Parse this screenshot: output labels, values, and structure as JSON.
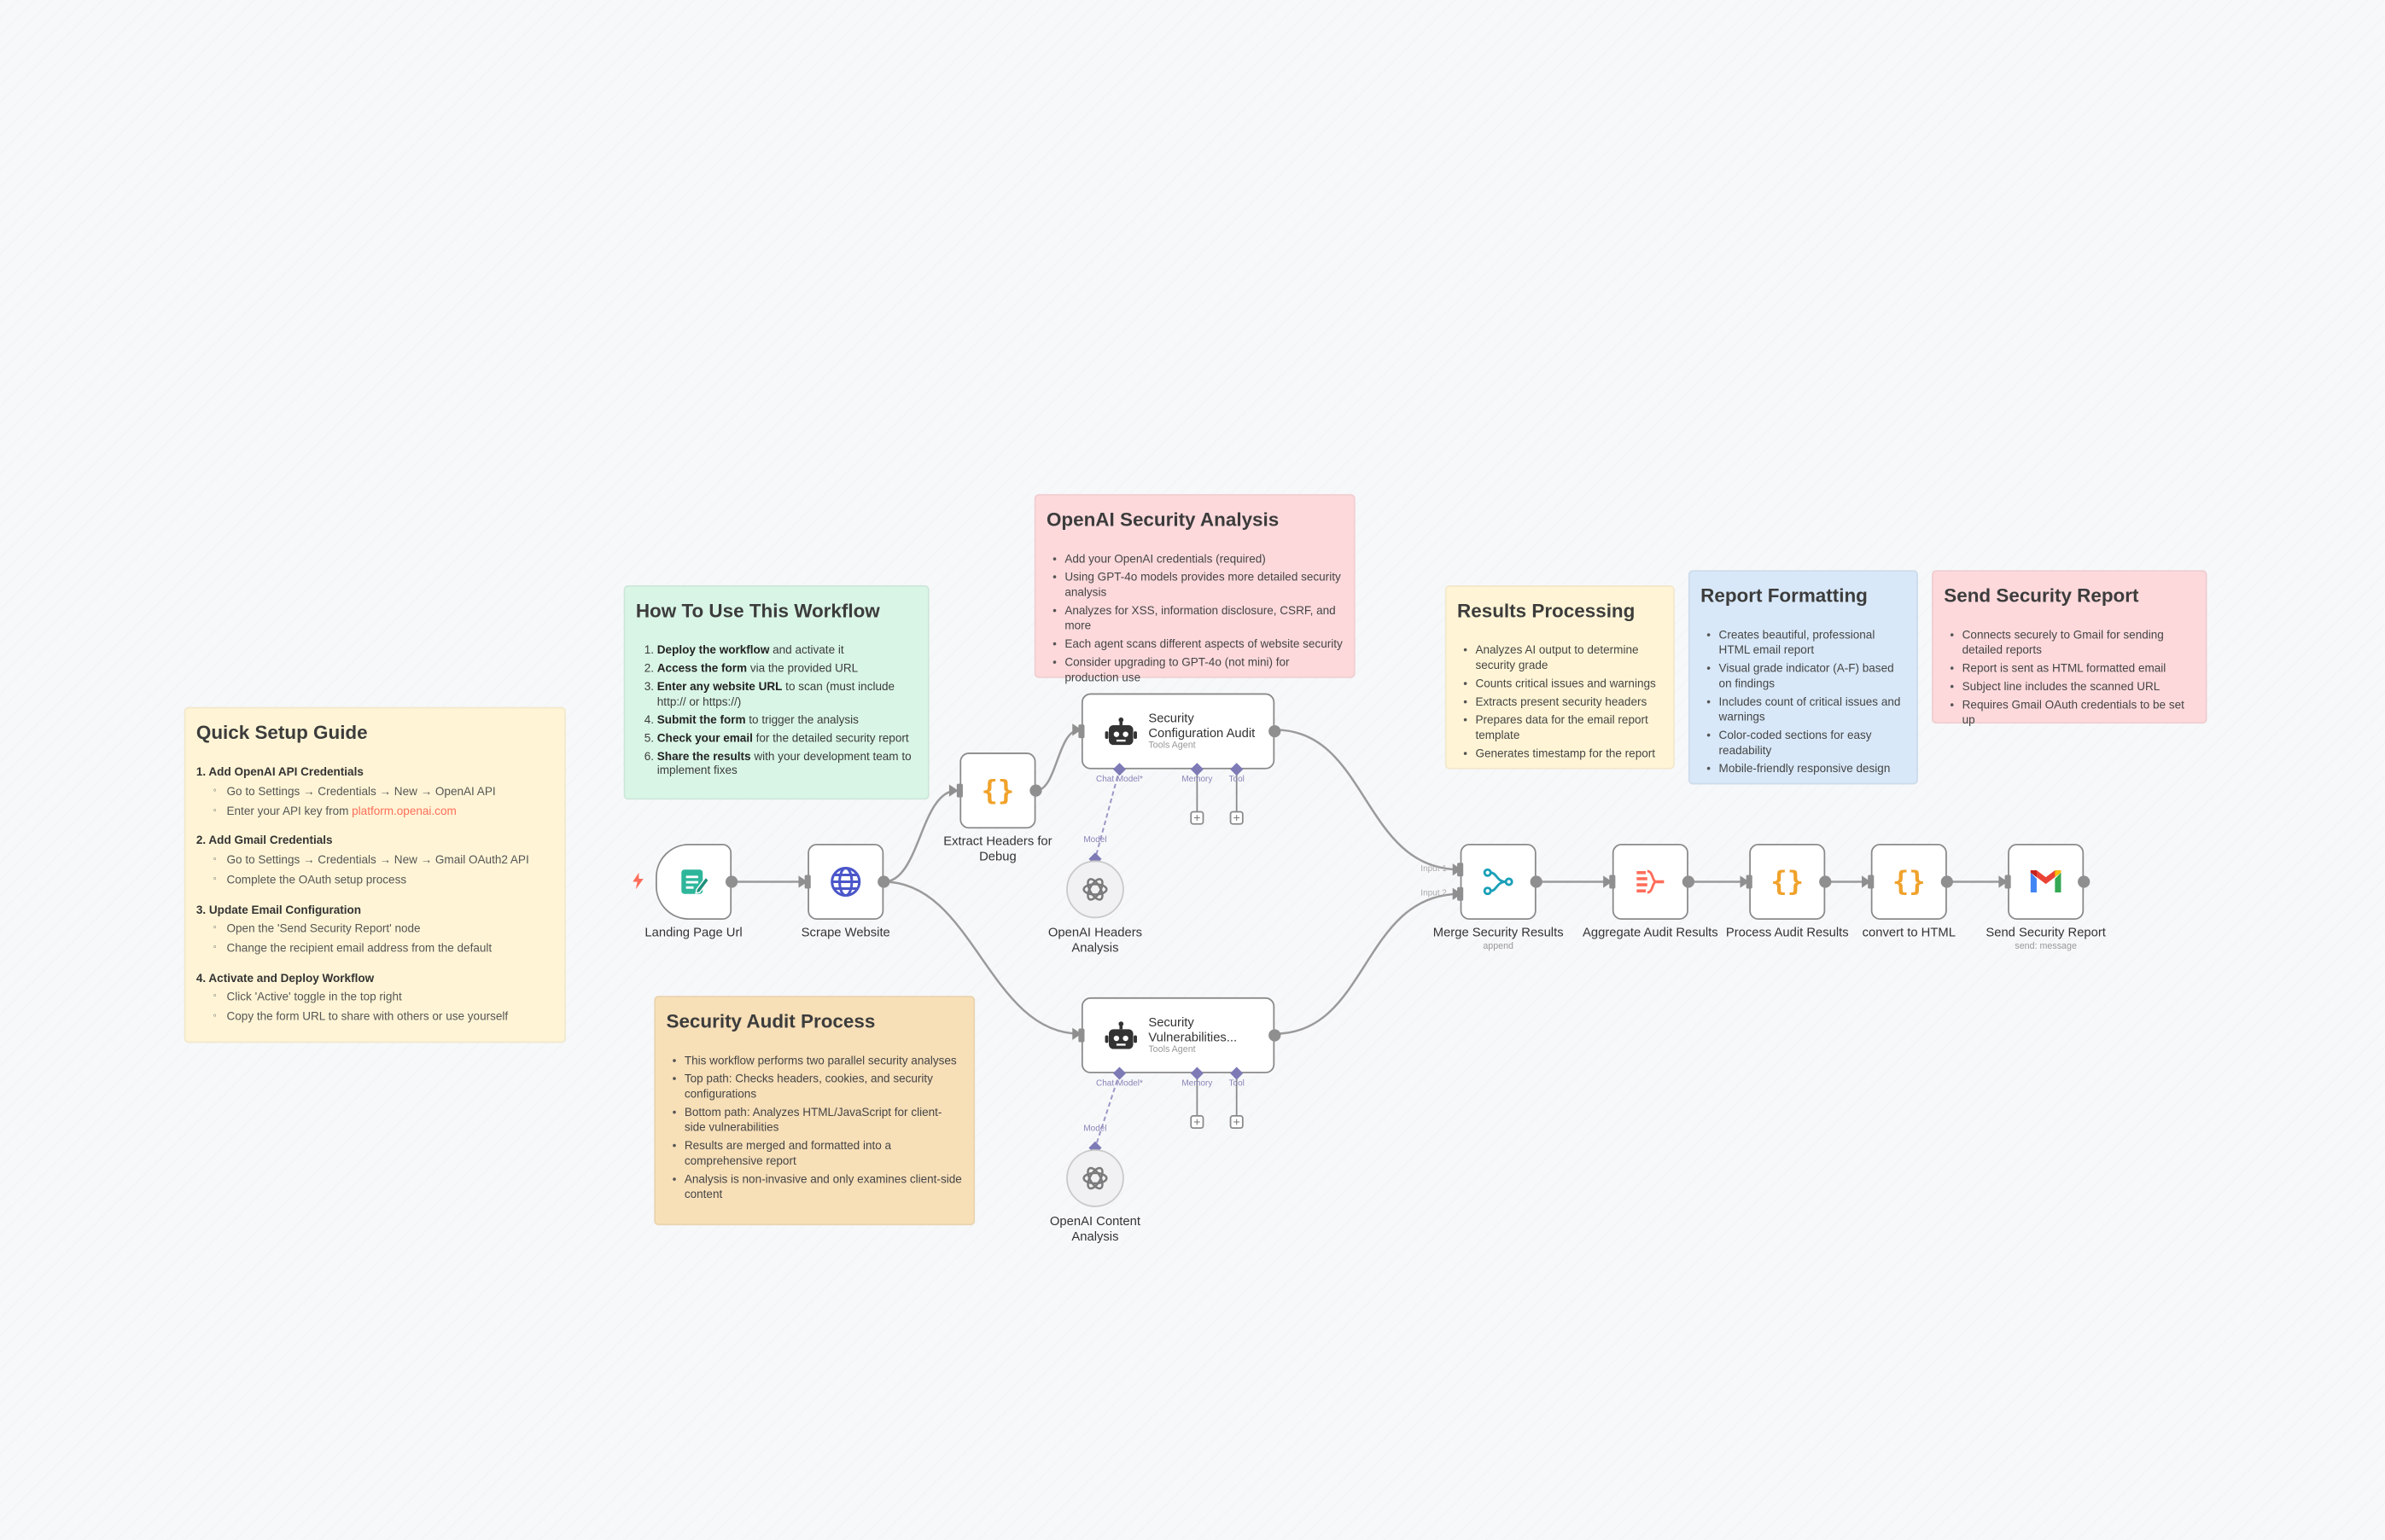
{
  "notes": {
    "quick_setup": {
      "title": "Quick Setup Guide",
      "sections": [
        {
          "title": "1. Add OpenAI API Credentials",
          "items": [
            "Go to Settings → Credentials → New → OpenAI API"
          ],
          "link_prefix": "Enter your API key from ",
          "link": "platform.openai.com"
        },
        {
          "title": "2. Add Gmail Credentials",
          "items": [
            "Go to Settings → Credentials → New → Gmail OAuth2 API",
            "Complete the OAuth setup process"
          ]
        },
        {
          "title": "3. Update Email Configuration",
          "items": [
            "Open the 'Send Security Report' node",
            "Change the recipient email address from the default"
          ]
        },
        {
          "title": "4. Activate and Deploy Workflow",
          "items": [
            "Click 'Active' toggle in the top right",
            "Copy the form URL to share with others or use yourself"
          ]
        }
      ]
    },
    "how_to_use": {
      "title": "How To Use This Workflow",
      "items": [
        {
          "bold": "Deploy the workflow",
          "rest": " and activate it"
        },
        {
          "bold": "Access the form",
          "rest": " via the provided URL"
        },
        {
          "bold": "Enter any website URL",
          "rest": " to scan (must include http:// or https://)"
        },
        {
          "bold": "Submit the form",
          "rest": " to trigger the analysis"
        },
        {
          "bold": "Check your email",
          "rest": " for the detailed security report"
        },
        {
          "bold": "Share the results",
          "rest": " with your development team to implement fixes"
        }
      ]
    },
    "openai_analysis": {
      "title": "OpenAI Security Analysis",
      "items": [
        "Add your OpenAI credentials (required)",
        "Using GPT-4o models provides more detailed security analysis",
        "Analyzes for XSS, information disclosure, CSRF, and more",
        "Each agent scans different aspects of website security",
        "Consider upgrading to GPT-4o (not mini) for production use"
      ]
    },
    "audit_process": {
      "title": "Security Audit Process",
      "items": [
        "This workflow performs two parallel security analyses",
        "Top path: Checks headers, cookies, and security configurations",
        "Bottom path: Analyzes HTML/JavaScript for client-side vulnerabilities",
        "Results are merged and formatted into a comprehensive report",
        "Analysis is non-invasive and only examines client-side content"
      ]
    },
    "results_processing": {
      "title": "Results Processing",
      "items": [
        "Analyzes AI output to determine security grade",
        "Counts critical issues and warnings",
        "Extracts present security headers",
        "Prepares data for the email report template",
        "Generates timestamp for the report"
      ]
    },
    "report_formatting": {
      "title": "Report Formatting",
      "items": [
        "Creates beautiful, professional HTML email report",
        "Visual grade indicator (A-F) based on findings",
        "Includes count of critical issues and warnings",
        "Color-coded sections for easy readability",
        "Mobile-friendly responsive design"
      ]
    },
    "send_report": {
      "title": "Send Security Report",
      "items": [
        "Connects securely to Gmail for sending detailed reports",
        "Report is sent as HTML formatted email",
        "Subject line includes the scanned URL",
        "Requires Gmail OAuth credentials to be set up"
      ]
    }
  },
  "nodes": {
    "landing": {
      "label": "Landing Page Url"
    },
    "scrape": {
      "label": "Scrape Website"
    },
    "extract": {
      "label": "Extract Headers for Debug"
    },
    "config_audit": {
      "title": "Security Configuration Audit",
      "sub": "Tools Agent"
    },
    "vuln": {
      "title": "Security Vulnerabilities...",
      "sub": "Tools Agent"
    },
    "openai_headers": {
      "label": "OpenAI Headers Analysis"
    },
    "openai_content": {
      "label": "OpenAI Content Analysis"
    },
    "merge": {
      "label": "Merge Security Results",
      "sub": "append",
      "input1": "Input 1",
      "input2": "Input 2"
    },
    "aggregate": {
      "label": "Aggregate Audit Results"
    },
    "process": {
      "label": "Process Audit Results"
    },
    "html": {
      "label": "convert to HTML"
    },
    "send": {
      "label": "Send Security Report",
      "sub": "send: message"
    }
  },
  "ports": {
    "chat_model": "Chat Model*",
    "memory": "Memory",
    "tool": "Tool",
    "model": "Model"
  },
  "colors": {
    "note_yellow": "#fff5d6",
    "note_green": "#d9f5e6",
    "note_red": "#fdd9dc",
    "note_orange": "#f7dfb8",
    "note_blue": "#d8e8f8",
    "accent": "#ff6d5a",
    "ai_port": "#7d7ab6",
    "wire": "#9a9a9a"
  }
}
